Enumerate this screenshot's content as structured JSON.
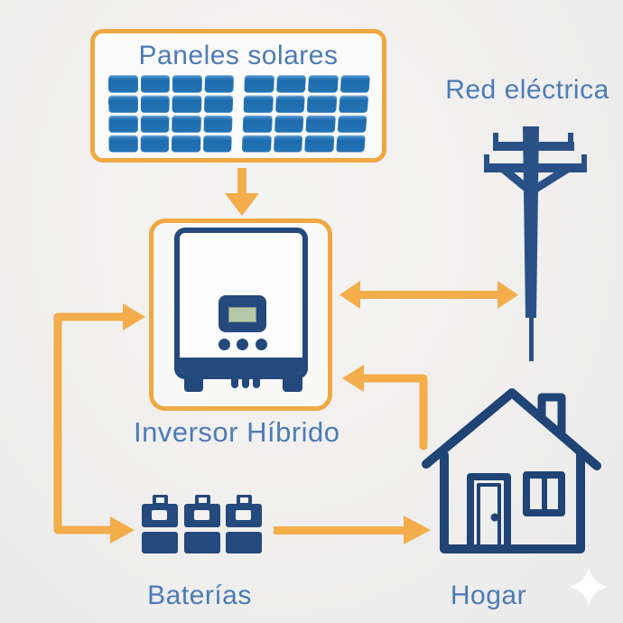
{
  "nodes": {
    "solar_panels": {
      "label": "Paneles solares",
      "icon": "solar-panel-icon"
    },
    "grid": {
      "label": "Red eléctrica",
      "icon": "utility-pole-icon"
    },
    "inverter": {
      "label": "Inversor Híbrido",
      "icon": "hybrid-inverter-icon"
    },
    "batteries": {
      "label": "Baterías",
      "icon": "battery-bank-icon"
    },
    "home": {
      "label": "Hogar",
      "icon": "house-icon"
    }
  },
  "panel_grid": {
    "rows": 4,
    "columns": 8,
    "gap_after_column": 4
  },
  "connections": [
    {
      "from": "solar_panels",
      "to": "inverter",
      "direction": "one-way"
    },
    {
      "from": "inverter",
      "to": "grid",
      "direction": "two-way"
    },
    {
      "from": "home",
      "to": "inverter",
      "direction": "one-way"
    },
    {
      "from": "inverter",
      "to": "batteries",
      "direction": "two-way"
    },
    {
      "from": "batteries",
      "to": "home",
      "direction": "one-way"
    }
  ],
  "colors": {
    "accent_orange": "#F0A843",
    "arrow_orange": "#F3AD4B",
    "navy": "#24497C",
    "panel_cell_blue": "#2273B5",
    "label_blue": "#4C7BB5",
    "lcd_green": "#B6C8AA",
    "background": "#F1F0EF"
  }
}
